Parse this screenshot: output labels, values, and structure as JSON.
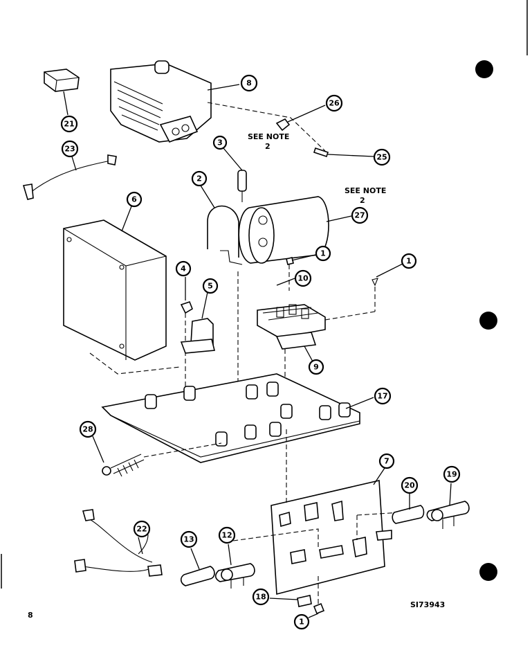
{
  "callouts": [
    {
      "id": "c-8",
      "label": "8"
    },
    {
      "id": "c-21",
      "label": "21"
    },
    {
      "id": "c-26",
      "label": "26"
    },
    {
      "id": "c-25",
      "label": "25"
    },
    {
      "id": "c-3",
      "label": "3"
    },
    {
      "id": "c-23",
      "label": "23"
    },
    {
      "id": "c-2",
      "label": "2"
    },
    {
      "id": "c-27",
      "label": "27"
    },
    {
      "id": "c-6",
      "label": "6"
    },
    {
      "id": "c-1a",
      "label": "1"
    },
    {
      "id": "c-1b",
      "label": "1"
    },
    {
      "id": "c-4",
      "label": "4"
    },
    {
      "id": "c-10",
      "label": "10"
    },
    {
      "id": "c-5",
      "label": "5"
    },
    {
      "id": "c-9",
      "label": "9"
    },
    {
      "id": "c-17",
      "label": "17"
    },
    {
      "id": "c-28",
      "label": "28"
    },
    {
      "id": "c-7",
      "label": "7"
    },
    {
      "id": "c-19",
      "label": "19"
    },
    {
      "id": "c-20",
      "label": "20"
    },
    {
      "id": "c-22",
      "label": "22"
    },
    {
      "id": "c-13",
      "label": "13"
    },
    {
      "id": "c-12",
      "label": "12"
    },
    {
      "id": "c-18",
      "label": "18"
    },
    {
      "id": "c-1c",
      "label": "1"
    }
  ],
  "notes": {
    "note1_line1": "SEE NOTE",
    "note1_line2": "2",
    "note2_line1": "SEE NOTE",
    "note2_line2": "2"
  },
  "page_number": "8",
  "drawing_id": "SI73943"
}
